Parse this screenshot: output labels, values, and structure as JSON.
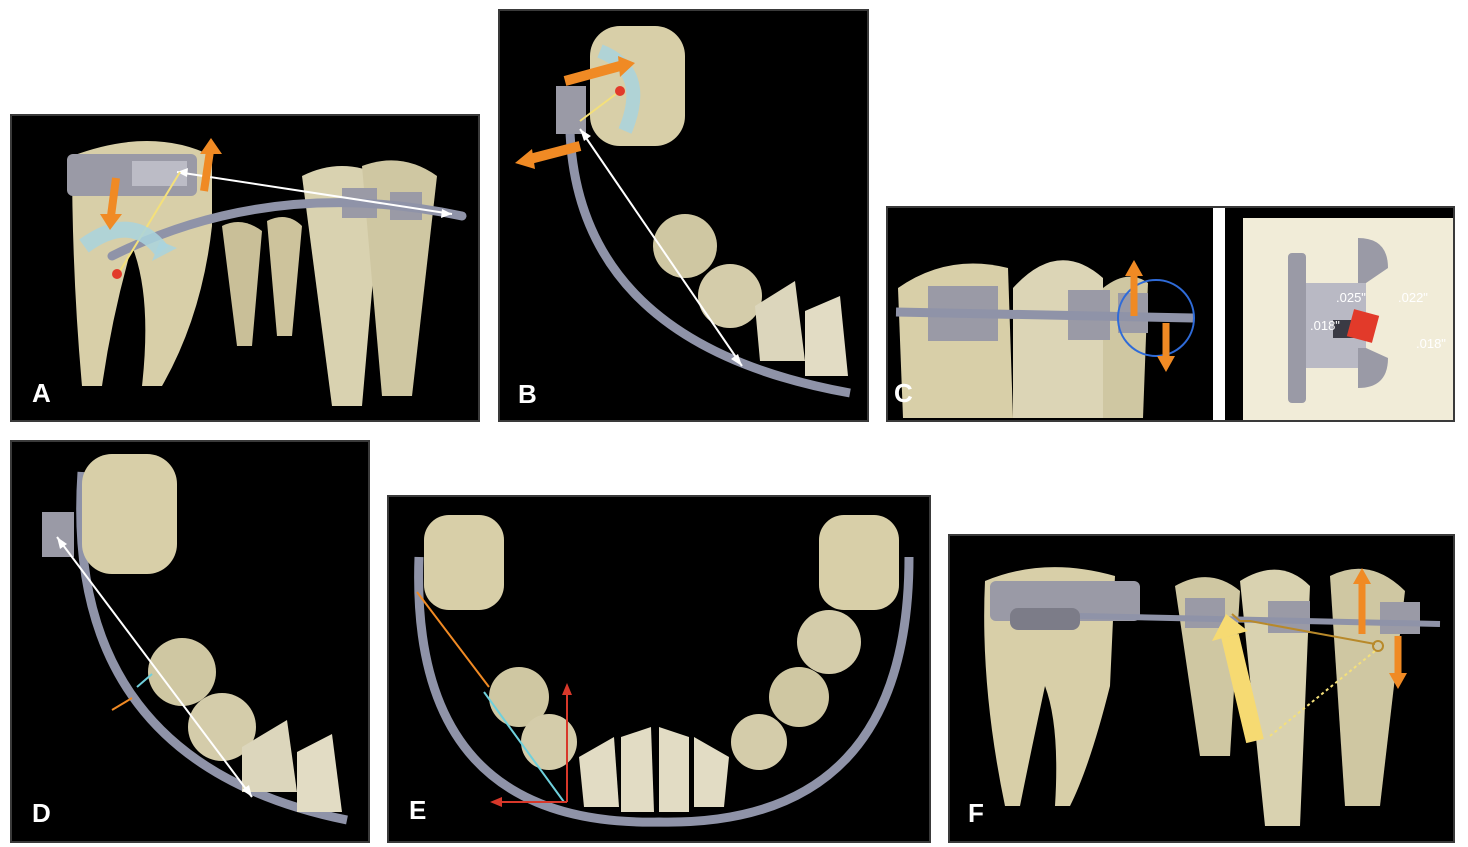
{
  "panels": {
    "a": {
      "label": "A"
    },
    "b": {
      "label": "B"
    },
    "c": {
      "label": "C",
      "dims": {
        "d025": ".025\"",
        "d022": ".022\"",
        "d018_slot": ".018\"",
        "d018_wire": ".018\""
      }
    },
    "d": {
      "label": "D"
    },
    "e": {
      "label": "E"
    },
    "f": {
      "label": "F"
    }
  },
  "colors": {
    "background": "#000000",
    "tooth": "#d9d2b0",
    "wire": "#8f93a8",
    "bracket": "#9a9aa6",
    "force_arrow": "#f08a24",
    "rotation_arrow": "#a9d4de",
    "measure_line": "#ffffff",
    "wire_cross_section": "#e23a2a",
    "force_vector": "#d8382a",
    "secondary_line": "#6fd0dc"
  }
}
